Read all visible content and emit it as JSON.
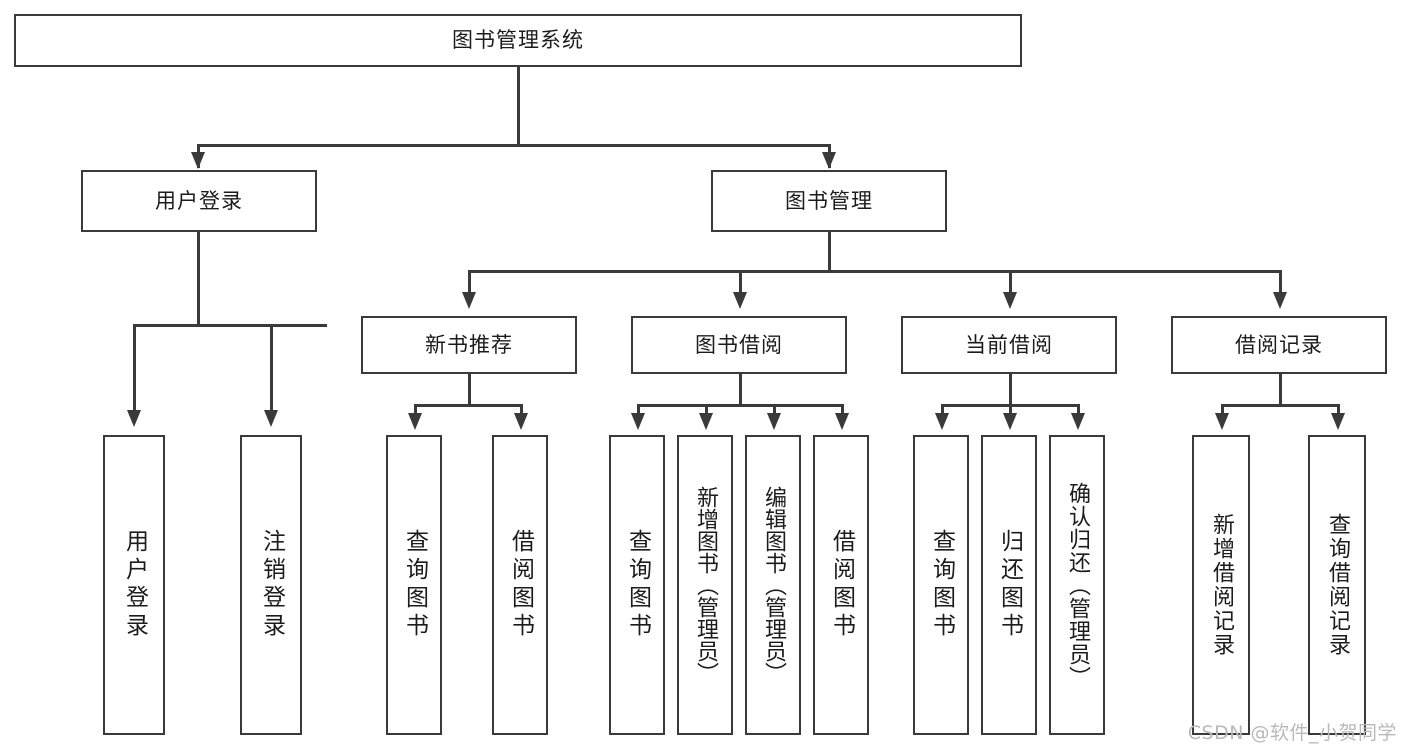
{
  "diagram": {
    "title": "图书管理系统",
    "type": "tree-hierarchy-chart",
    "watermark": "CSDN @软件_小贺同学",
    "colors": {
      "stroke": "#3a3a3a",
      "background": "#ffffff",
      "text": "#1c1c1c",
      "watermark": "#b9b9b9"
    },
    "root": {
      "label": "图书管理系统"
    },
    "level2": [
      {
        "label": "用户登录"
      },
      {
        "label": "图书管理"
      }
    ],
    "level3": [
      {
        "label": "新书推荐"
      },
      {
        "label": "图书借阅"
      },
      {
        "label": "当前借阅"
      },
      {
        "label": "借阅记录"
      }
    ],
    "leaves": {
      "user_login": [
        {
          "label": "用户登录"
        },
        {
          "label": "注销登录"
        }
      ],
      "new_book_recommend": [
        {
          "label": "查询图书"
        },
        {
          "label": "借阅图书"
        }
      ],
      "book_borrow": [
        {
          "label": "查询图书"
        },
        {
          "label": "新增图书（管理员）"
        },
        {
          "label": "编辑图书（管理员）"
        },
        {
          "label": "借阅图书"
        }
      ],
      "current_borrow": [
        {
          "label": "查询图书"
        },
        {
          "label": "归还图书"
        },
        {
          "label": "确认归还（管理员）"
        }
      ],
      "borrow_record": [
        {
          "label": "新增借阅记录"
        },
        {
          "label": "查询借阅记录"
        }
      ]
    }
  }
}
